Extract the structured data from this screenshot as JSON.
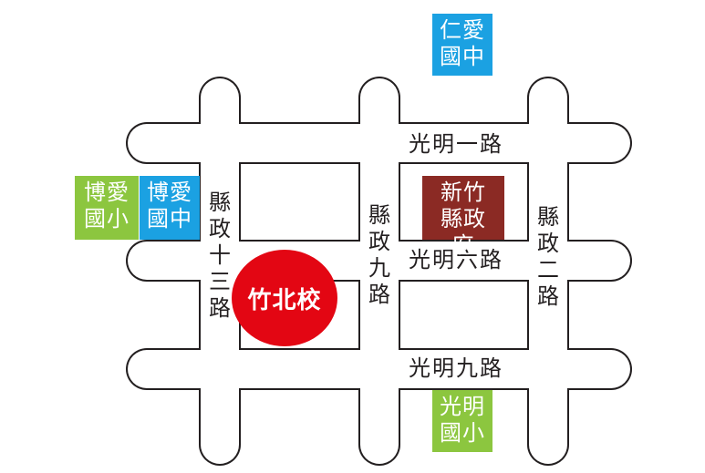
{
  "roads": {
    "guangming_1": "光明一路",
    "guangming_6": "光明六路",
    "guangming_9": "光明九路",
    "xianzheng_13": "縣政十三路",
    "xianzheng_9": "縣政九路",
    "xianzheng_2": "縣政二路"
  },
  "places": {
    "renai_jh": "仁愛國中",
    "boai_es": "博愛國小",
    "boai_jh": "博愛國中",
    "county_gov": "新竹縣政府",
    "guangming_es": "光明國小",
    "campus": "竹北校"
  },
  "colors": {
    "road_outline": "#231f20",
    "blue": "#1ba1e2",
    "green": "#8cc63f",
    "maroon": "#8b2a24",
    "red": "#e30613"
  }
}
